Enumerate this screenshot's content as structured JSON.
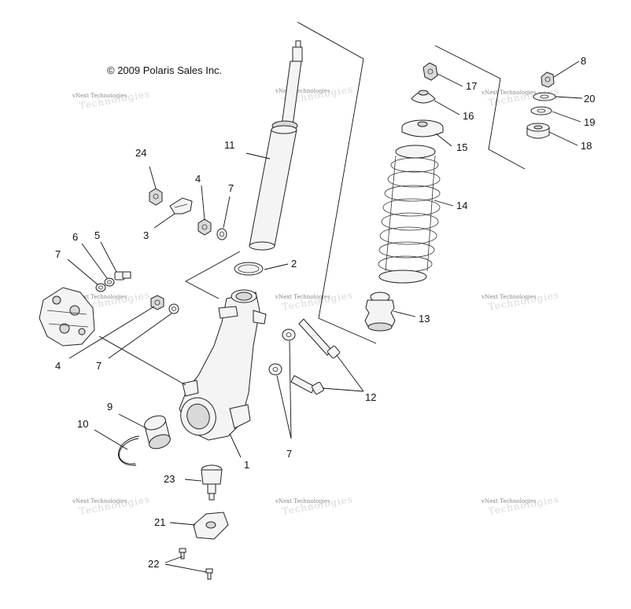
{
  "copyright": "© 2009 Polaris Sales Inc.",
  "watermark": {
    "small": "vNext Technologies",
    "large": "Technologies"
  },
  "callouts": {
    "c1": "1",
    "c2": "2",
    "c3": "3",
    "c4a": "4",
    "c4b": "4",
    "c5": "5",
    "c6": "6",
    "c7a": "7",
    "c7b": "7",
    "c7c": "7",
    "c7d": "7",
    "c8": "8",
    "c9": "9",
    "c10": "10",
    "c11": "11",
    "c12": "12",
    "c13": "13",
    "c14": "14",
    "c15": "15",
    "c16": "16",
    "c17": "17",
    "c18": "18",
    "c19": "19",
    "c20": "20",
    "c21": "21",
    "c22": "22",
    "c23": "23",
    "c24": "24"
  }
}
